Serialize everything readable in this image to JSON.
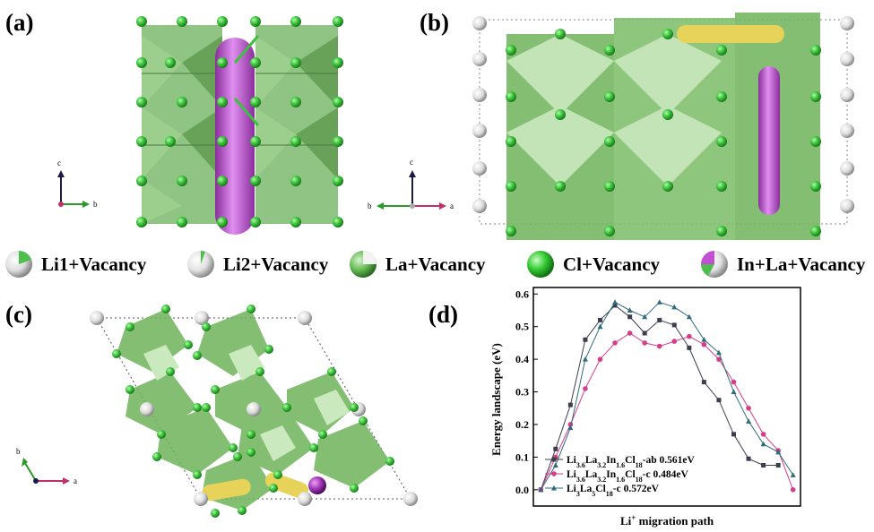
{
  "panels": {
    "a": "(a)",
    "b": "(b)",
    "c": "(c)",
    "d": "(d)"
  },
  "axes_a": {
    "c": "c",
    "b": "b"
  },
  "axes_b": {
    "c": "c",
    "b": "b",
    "a": "a"
  },
  "axes_c": {
    "b": "b",
    "a": "a"
  },
  "legend": [
    {
      "label": "Li1+Vacancy",
      "icon": "li1-vacancy-sphere"
    },
    {
      "label": "Li2+Vacancy",
      "icon": "li2-vacancy-sphere"
    },
    {
      "label": "La+Vacancy",
      "icon": "la-vacancy-sphere"
    },
    {
      "label": "Cl+Vacancy",
      "icon": "cl-vacancy-sphere"
    },
    {
      "label": "In+La+Vacancy",
      "icon": "in-la-vacancy-sphere"
    }
  ],
  "colors": {
    "octahedron": "#6fb35a",
    "cl": "#3cc23c",
    "pink_path": "#c75bd6",
    "yellow_path": "#e8d35a",
    "series1": "#3d3d4d",
    "series2": "#d63e8a",
    "series3": "#2f6b7a"
  },
  "chart_data": {
    "type": "line",
    "xlabel_main": "Li",
    "xlabel_sup": "+",
    "xlabel_rest": " migration path",
    "ylabel": "Energy landscape (eV)",
    "ylim": [
      -0.05,
      0.62
    ],
    "yticks": [
      "0.0",
      "0.1",
      "0.2",
      "0.3",
      "0.4",
      "0.5",
      "0.6"
    ],
    "ytick_values": [
      0,
      0.1,
      0.2,
      0.3,
      0.4,
      0.5,
      0.6
    ],
    "xlim": [
      -0.5,
      17.5
    ],
    "series": [
      {
        "name": "Li3.6La3.2In1.6Cl18-ab 0.561eV",
        "legend_parts": [
          [
            "Li",
            ""
          ],
          [
            "3.6",
            "sub"
          ],
          [
            "La",
            ""
          ],
          [
            "3.2",
            "sub"
          ],
          [
            "In",
            ""
          ],
          [
            "1.6",
            "sub"
          ],
          [
            "Cl",
            ""
          ],
          [
            "18",
            "sub"
          ],
          [
            "-ab 0.561eV",
            ""
          ]
        ],
        "marker": "square",
        "x": [
          0,
          1,
          2,
          3,
          4,
          5,
          6,
          7,
          8,
          9,
          10,
          11,
          12,
          13,
          14,
          15,
          16
        ],
        "values": [
          0.0,
          0.125,
          0.26,
          0.46,
          0.52,
          0.565,
          0.53,
          0.48,
          0.52,
          0.505,
          0.435,
          0.33,
          0.275,
          0.17,
          0.095,
          0.075,
          0.075
        ]
      },
      {
        "name": "Li3.6La3.2In1.6Cl18-c 0.484eV",
        "legend_parts": [
          [
            "Li",
            ""
          ],
          [
            "3.6",
            "sub"
          ],
          [
            "La",
            ""
          ],
          [
            "3.2",
            "sub"
          ],
          [
            "In",
            ""
          ],
          [
            "1.6",
            "sub"
          ],
          [
            "Cl",
            ""
          ],
          [
            "18",
            "sub"
          ],
          [
            "-c 0.484eV",
            ""
          ]
        ],
        "marker": "circle",
        "x": [
          0,
          1,
          2,
          3,
          4,
          5,
          6,
          7,
          8,
          9,
          10,
          11,
          12,
          13,
          14,
          15,
          16,
          17
        ],
        "values": [
          0.0,
          0.1,
          0.2,
          0.31,
          0.4,
          0.45,
          0.48,
          0.45,
          0.44,
          0.455,
          0.47,
          0.445,
          0.4,
          0.33,
          0.25,
          0.17,
          0.12,
          0.0
        ]
      },
      {
        "name": "Li3La5Cl18-c 0.572eV",
        "legend_parts": [
          [
            "Li",
            ""
          ],
          [
            "3",
            "sub"
          ],
          [
            "La",
            ""
          ],
          [
            "5",
            "sub"
          ],
          [
            "Cl",
            ""
          ],
          [
            "18",
            "sub"
          ],
          [
            "-c 0.572eV",
            ""
          ]
        ],
        "marker": "triangle",
        "x": [
          0,
          1,
          2,
          3,
          4,
          5,
          6,
          7,
          8,
          9,
          10,
          11,
          12,
          13,
          14,
          15,
          16,
          17
        ],
        "values": [
          0.0,
          0.075,
          0.19,
          0.4,
          0.5,
          0.575,
          0.55,
          0.53,
          0.575,
          0.56,
          0.53,
          0.46,
          0.42,
          0.3,
          0.21,
          0.14,
          0.115,
          0.045
        ]
      }
    ]
  }
}
